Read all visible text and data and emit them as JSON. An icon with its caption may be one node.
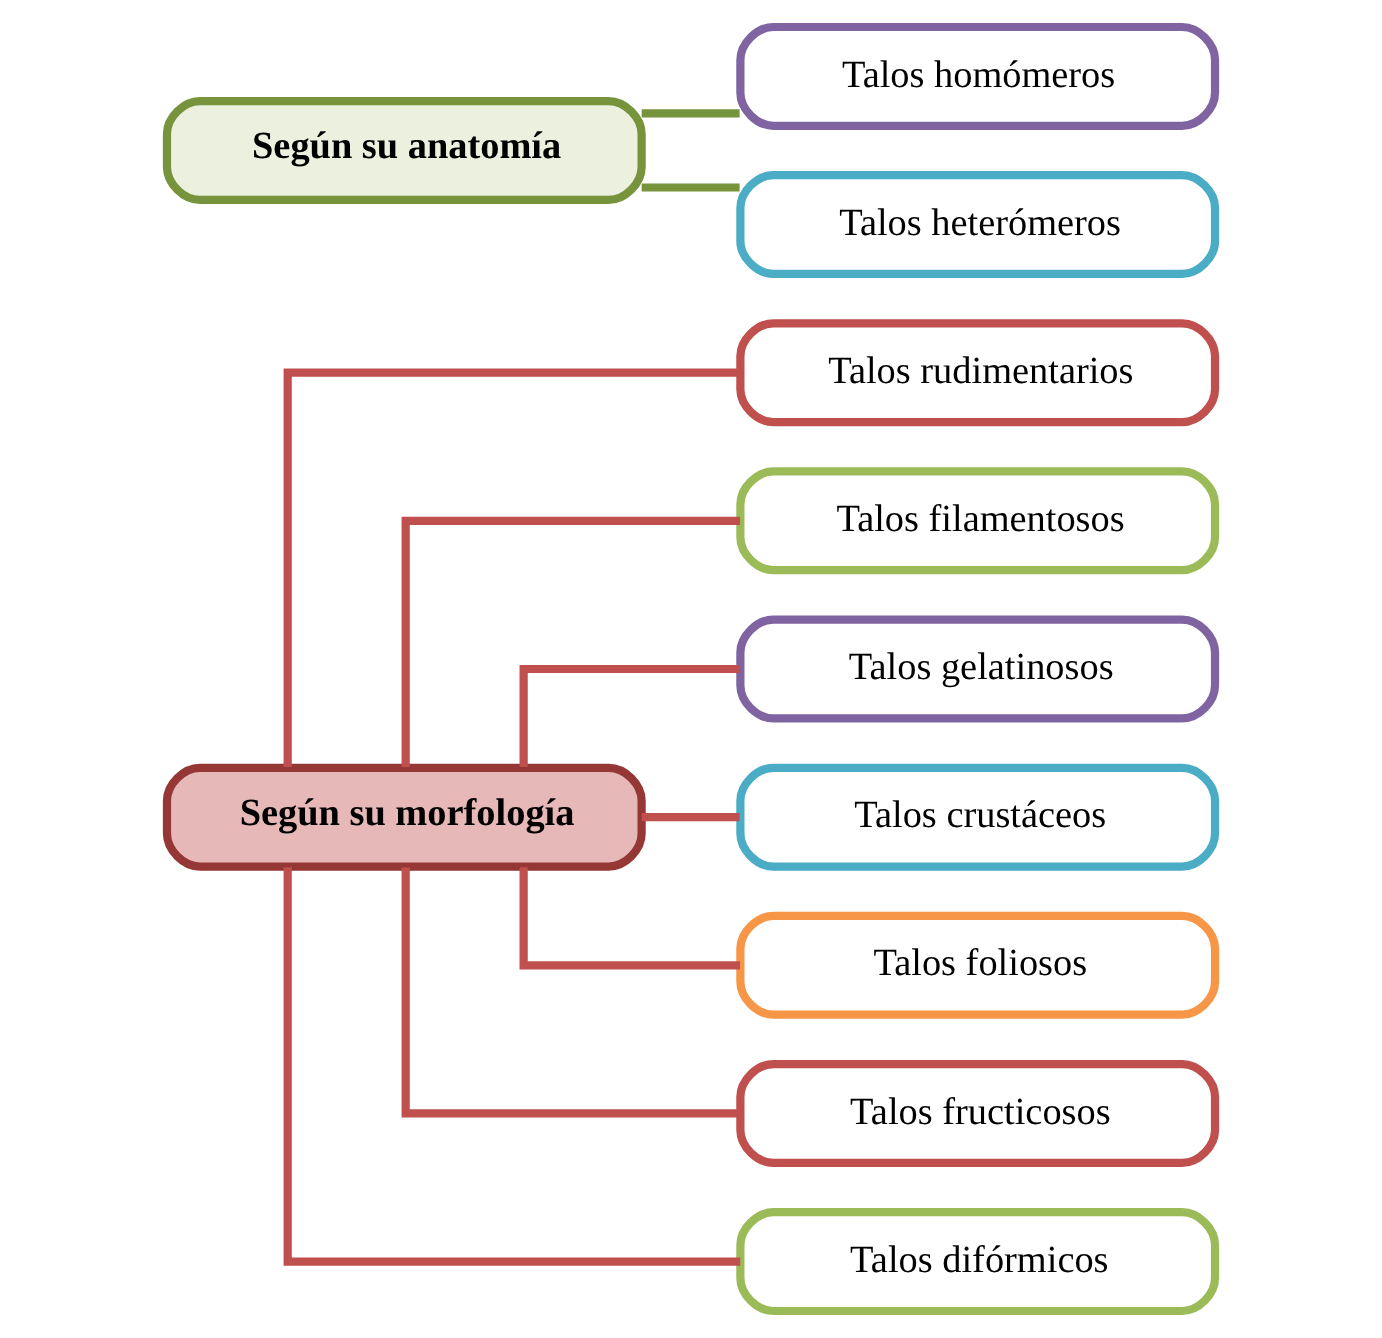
{
  "diagram": {
    "nodes": [
      {
        "text": [
          "Según su morfología"
        ]
      },
      {
        "text": [
          "Talos rudimentarios"
        ]
      },
      {
        "text": [
          "Talos filamentosos"
        ]
      },
      {
        "text": [
          "Talos gelatinosos"
        ]
      },
      {
        "text": [
          "Talos crustáceos"
        ]
      },
      {
        "text": [
          "Talos foliosos"
        ]
      },
      {
        "text": [
          "Talos fructicosos"
        ]
      },
      {
        "text": [
          "Talos difórmicos"
        ]
      },
      {
        "text": [
          "Según su anatomía"
        ]
      },
      {
        "text": [
          "Talos homómeros"
        ]
      },
      {
        "text": [
          "Talos heterómeros"
        ]
      }
    ],
    "edges": [
      {
        "from": 0,
        "to": 1,
        "arrow": "none"
      },
      {
        "from": 0,
        "to": 2,
        "arrow": "none"
      },
      {
        "from": 0,
        "to": 3,
        "arrow": "none"
      },
      {
        "from": 0,
        "to": 4,
        "arrow": "none"
      },
      {
        "from": 0,
        "to": 5,
        "arrow": "none"
      },
      {
        "from": 0,
        "to": 6,
        "arrow": "none"
      },
      {
        "from": 0,
        "to": 7,
        "arrow": "none"
      },
      {
        "from": 8,
        "to": 9,
        "arrow": "none",
        "color": "#77933c"
      },
      {
        "from": 8,
        "to": 10,
        "arrow": "none",
        "color": "#77933c"
      }
    ]
  }
}
